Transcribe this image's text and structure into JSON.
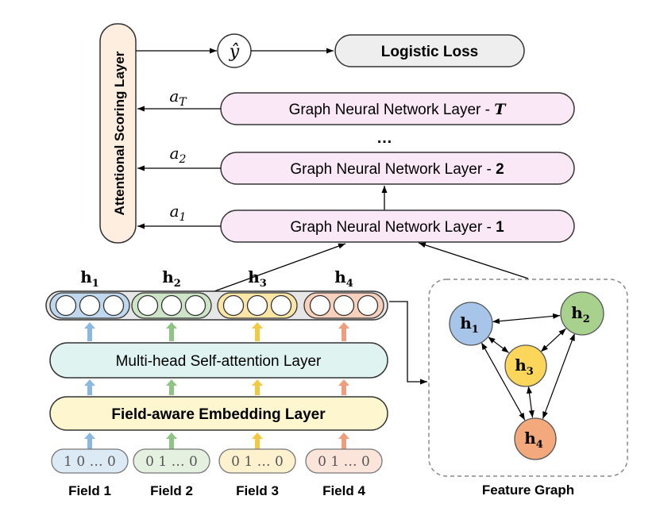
{
  "scoring_layer": {
    "label": "Attentional Scoring Layer"
  },
  "output": {
    "symbol": "ŷ",
    "loss_label": "Logistic Loss"
  },
  "gnn_layers": [
    {
      "label": "Graph Neural Network Layer - ",
      "index": "T",
      "weight": "a",
      "weight_sub": "T"
    },
    {
      "label": "Graph Neural Network Layer - ",
      "index": "2",
      "weight": "a",
      "weight_sub": "2"
    },
    {
      "label": "Graph Neural Network Layer - ",
      "index": "1",
      "weight": "a",
      "weight_sub": "1"
    }
  ],
  "gnn_ellipsis": "…",
  "field_vectors": [
    {
      "label": "h",
      "sub": "1",
      "color": "#bfd8ee",
      "arrow_color": "#8ab8e0"
    },
    {
      "label": "h",
      "sub": "2",
      "color": "#cde5c6",
      "arrow_color": "#8fc485"
    },
    {
      "label": "h",
      "sub": "3",
      "color": "#fbe6a6",
      "arrow_color": "#f3c93f"
    },
    {
      "label": "h",
      "sub": "4",
      "color": "#f8d0bb",
      "arrow_color": "#ef9e7d"
    }
  ],
  "attention_layer": {
    "label": "Multi-head Self-attention Layer",
    "color": "#dff4f1"
  },
  "embedding_layer": {
    "label": "Field-aware Embedding Layer",
    "color": "#fdf6cf"
  },
  "fields": [
    {
      "onehot": "1 0 … 0",
      "name": "Field 1"
    },
    {
      "onehot": "0 1 … 0",
      "name": "Field 2"
    },
    {
      "onehot": "0 1 … 0",
      "name": "Field 3"
    },
    {
      "onehot": "0 1 … 0",
      "name": "Field 4"
    }
  ],
  "feature_graph": {
    "caption": "Feature Graph",
    "nodes": [
      {
        "label": "h",
        "sub": "1",
        "color": "#a7c5e9"
      },
      {
        "label": "h",
        "sub": "2",
        "color": "#a8d18d"
      },
      {
        "label": "h",
        "sub": "3",
        "color": "#fbd65a"
      },
      {
        "label": "h",
        "sub": "4",
        "color": "#f4a97c"
      }
    ]
  },
  "colors": {
    "scoring_fill": "#fdeee0",
    "gnn_fill": "#fbe8f6",
    "loss_fill": "#eeeeee",
    "vector_bar": "#e6e6e6",
    "line": "#000000"
  }
}
